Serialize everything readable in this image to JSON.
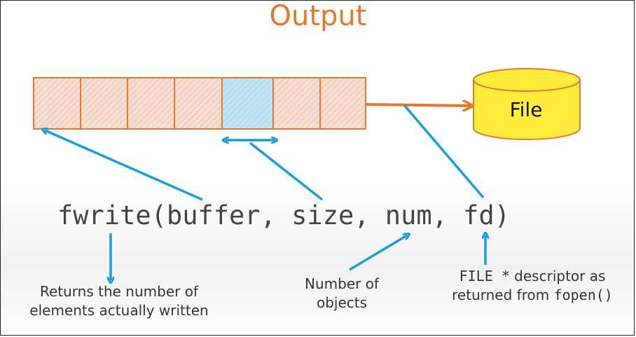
{
  "title": "Output",
  "buffer": {
    "cell_count": 7,
    "highlighted_cell": 4
  },
  "file": {
    "label": "File"
  },
  "code": {
    "call": "fwrite(buffer, size, num, fd)"
  },
  "annotations": {
    "returns": {
      "line1": "Returns the number of",
      "line2": "elements actually written"
    },
    "num": {
      "line1": "Number of",
      "line2": "objects"
    },
    "fd": {
      "line1_code": "FILE *",
      "line1_text": " descriptor as",
      "line2_text": "returned from ",
      "line2_code": "fopen()"
    }
  },
  "colors": {
    "title": "#e8772e",
    "buffer_border": "#e8772e",
    "buffer_fill": "#f3d9cc",
    "highlight_fill": "#bfe2f2",
    "file_fill": "#ffec3d",
    "file_border": "#e8772e",
    "arrow_blue": "#1b9ee0",
    "arrow_orange": "#e8772e"
  }
}
